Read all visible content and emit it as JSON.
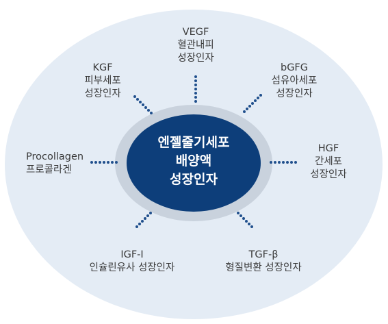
{
  "center": {
    "line1": "엔젤줄기세포",
    "line2": "배양액",
    "line3": "성장인자"
  },
  "factors": {
    "vegf": {
      "name": "VEGF",
      "line2": "혈관내피",
      "line3": "성장인자"
    },
    "kgf": {
      "name": "KGF",
      "line2": "피부세포",
      "line3": "성장인자"
    },
    "bgfg": {
      "name": "bGFG",
      "line2": "섬유아세포",
      "line3": "성장인자"
    },
    "procollagen": {
      "name": "Procollagen",
      "line2": "프로콜라겐"
    },
    "hgf": {
      "name": "HGF",
      "line2": "간세포",
      "line3": "성장인자"
    },
    "igf": {
      "name": "IGF-I",
      "line2": "인슐린유사 성장인자"
    },
    "tgf": {
      "name": "TGF-β",
      "line2": "형질변환 성장인자"
    }
  },
  "colors": {
    "outer_ellipse": "#e4ecf5",
    "ring": "#c9d2dd",
    "core": "#0d3e7a",
    "dots": "#1f4f8c",
    "text": "#3a3a3a"
  }
}
